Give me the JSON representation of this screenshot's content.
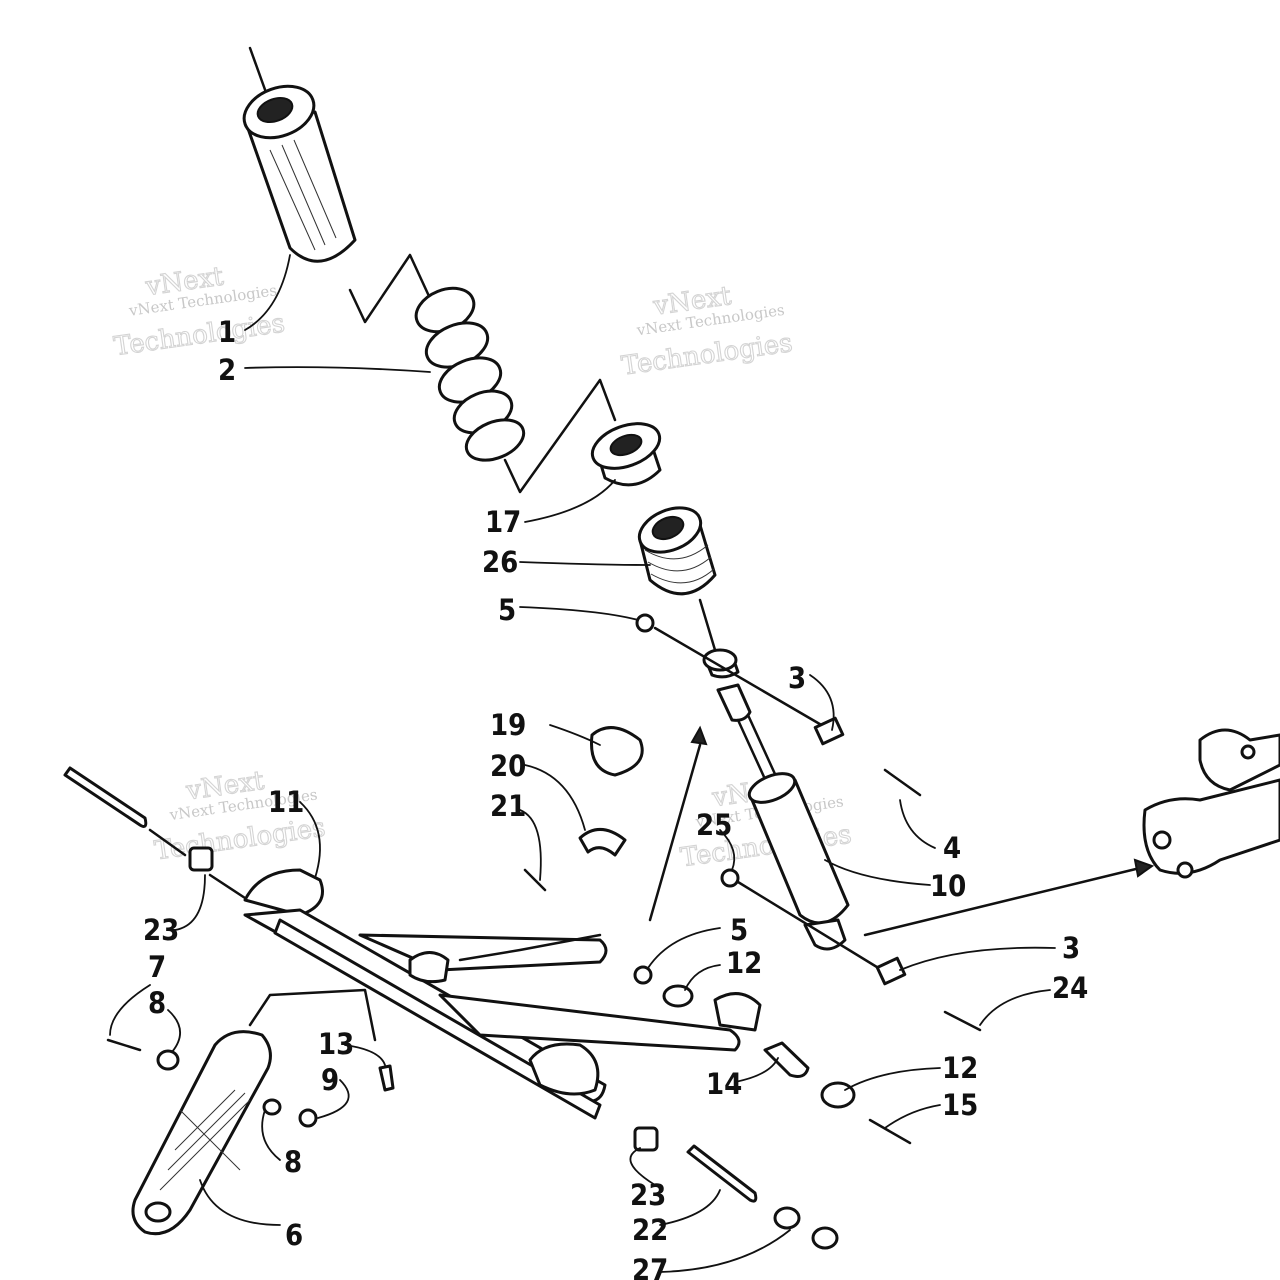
{
  "watermark": {
    "line1": "vNext",
    "line2": "vNext Technologies",
    "line3": "Technologies"
  },
  "callouts": {
    "c1": "1",
    "c2": "2",
    "c3a": "3",
    "c3b": "3",
    "c4": "4",
    "c5a": "5",
    "c5b": "5",
    "c6": "6",
    "c7": "7",
    "c8a": "8",
    "c8b": "8",
    "c9": "9",
    "c10": "10",
    "c11": "11",
    "c12a": "12",
    "c12b": "12",
    "c13": "13",
    "c14": "14",
    "c15": "15",
    "c17": "17",
    "c19": "19",
    "c20": "20",
    "c21": "21",
    "c22": "22",
    "c23a": "23",
    "c23b": "23",
    "c24": "24",
    "c25": "25",
    "c26": "26",
    "c27": "27"
  },
  "colors": {
    "ink": "#111111",
    "paper": "#ffffff",
    "watermark": "#c8c8c8"
  }
}
